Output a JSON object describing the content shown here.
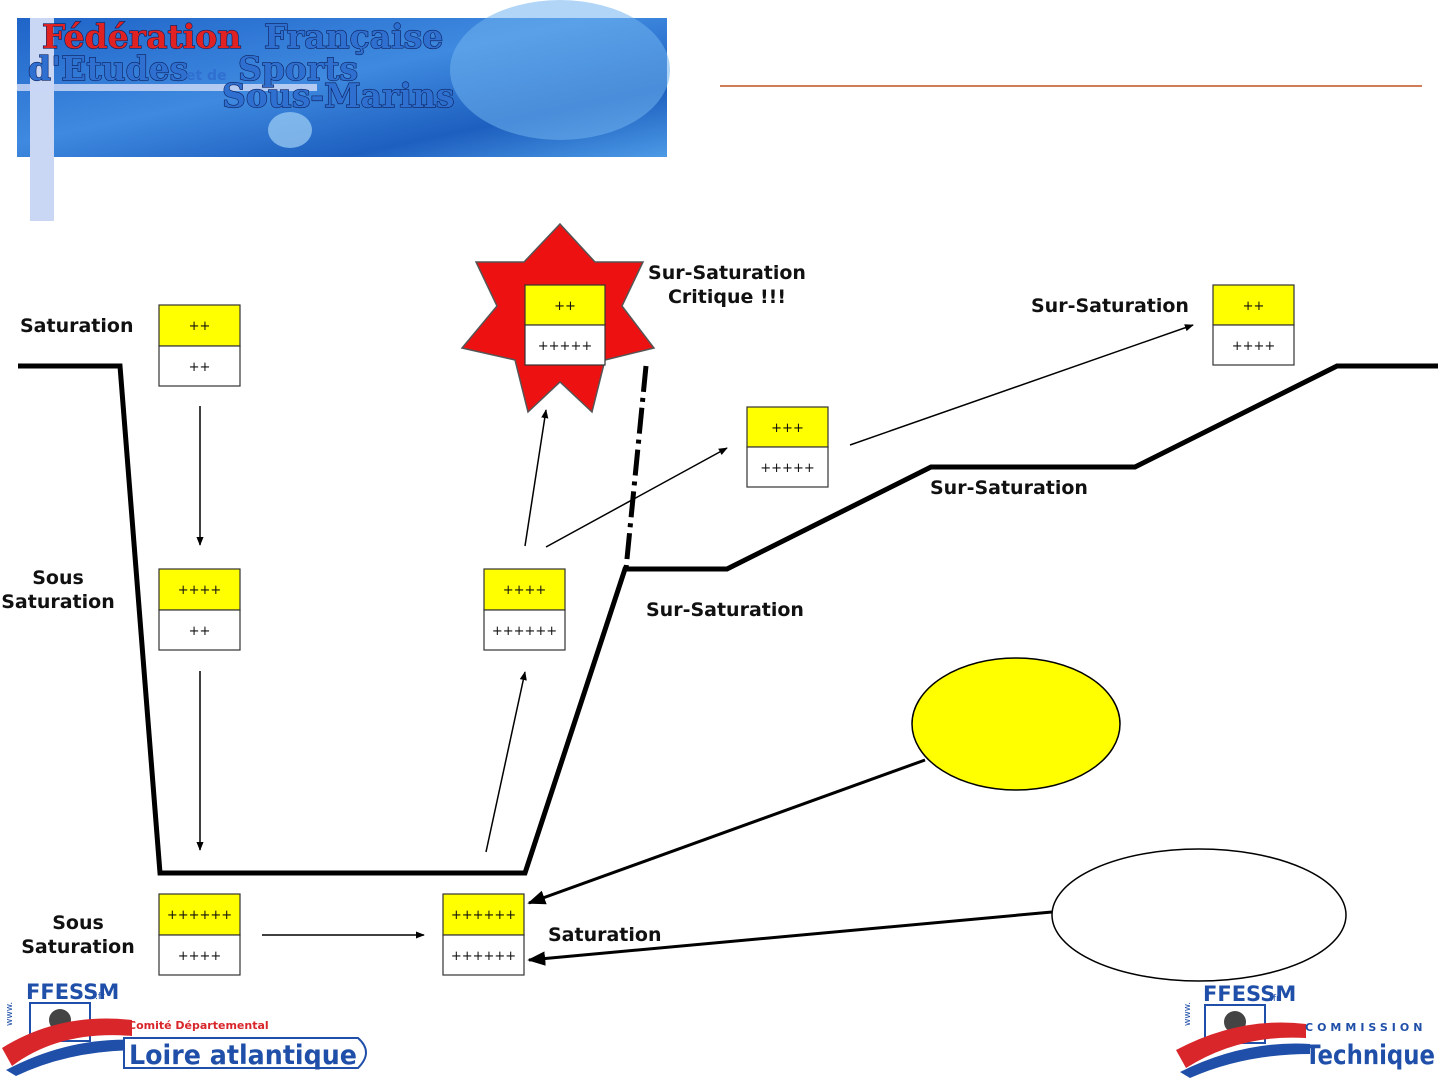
{
  "header": {
    "banner_line1_a": "Fédération",
    "banner_line1_b": "Française",
    "banner_line2_a": "d'Etudes",
    "banner_line2_b": "et de",
    "banner_line2_c": "Sports",
    "banner_line3": "Sous-Marins",
    "accent_color": "#c0501e"
  },
  "labels": {
    "saturation_top": "Saturation",
    "sous_saturation_mid_1": "Sous",
    "sous_saturation_mid_2": "Saturation",
    "sous_saturation_bottom_1": "Sous",
    "sous_saturation_bottom_2": "Saturation",
    "saturation_bottom": "Saturation",
    "sur_saturation_critique_1": "Sur-Saturation",
    "sur_saturation_critique_2": "Critique !!!",
    "sur_saturation_top_right": "Sur-Saturation",
    "sur_saturation_mid": "Sur-Saturation",
    "sur_saturation_low": "Sur-Saturation"
  },
  "boxes": {
    "b1": {
      "top": "++",
      "bottom": "++"
    },
    "b2": {
      "top": "++++",
      "bottom": "++"
    },
    "b3": {
      "top": "++++++",
      "bottom": "++++"
    },
    "b4": {
      "top": "++++++",
      "bottom": "++++++"
    },
    "b5": {
      "top": "++++",
      "bottom": "++++++"
    },
    "b6": {
      "top": "++",
      "bottom": "+++++"
    },
    "b7": {
      "top": "+++",
      "bottom": "+++++"
    },
    "b8": {
      "top": "++",
      "bottom": "++++"
    }
  },
  "footer": {
    "left_brand": "FFESSM",
    "left_www": "www.",
    "left_fr": ".fr",
    "left_sub": "Comité Départemental",
    "left_title": "Loire atlantique",
    "right_brand": "FFESSM",
    "right_www": "www.",
    "right_fr": ".fr",
    "right_sub": "COMMISSION",
    "right_title": "Technique"
  },
  "colors": {
    "box_top": "#ffff00",
    "star": "#ee1111",
    "bubble": "#ffff00",
    "banner_blue": "#2f6fd0",
    "banner_red": "#e02222",
    "footer_red": "#d8262b",
    "footer_blue": "#1f4fa8"
  }
}
